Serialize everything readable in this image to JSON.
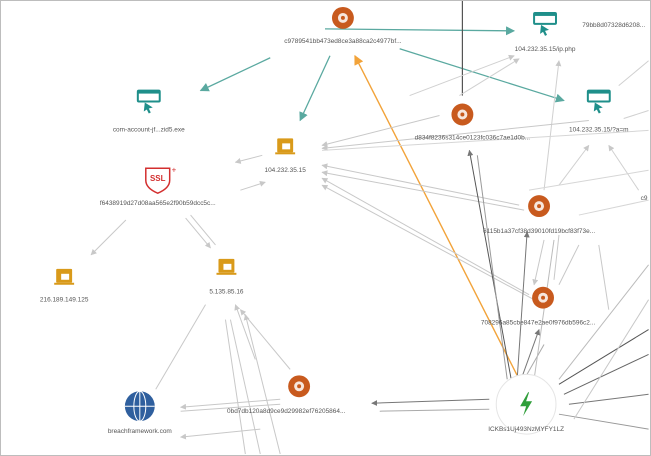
{
  "nodes": [
    {
      "id": "malware-top",
      "type": "malware",
      "label": "c9789541bb473ed8ce3a88ca2c4977bf..."
    },
    {
      "id": "url-1",
      "type": "url",
      "label": "104.232.35.15/ip.php"
    },
    {
      "id": "hash-top-right",
      "type": "text",
      "label": "79bb8d07328d6208..."
    },
    {
      "id": "url-2",
      "type": "url",
      "label": "com-account-jf...zid5.exe"
    },
    {
      "id": "url-3",
      "type": "url",
      "label": "104.232.35.15/?a=m"
    },
    {
      "id": "ip-1",
      "type": "ip",
      "label": "104.232.35.15"
    },
    {
      "id": "malware-2",
      "type": "malware",
      "label": "d834f8236s314ce0123fc036c7ae1d0b..."
    },
    {
      "id": "ssl-1",
      "type": "ssl",
      "label": "f6438919d27d08aa565e2f90b59dcc5c..."
    },
    {
      "id": "malware-3",
      "type": "malware",
      "label": "6115b1a37cf38d39010fd19bcf83f73e..."
    },
    {
      "id": "edge-right",
      "type": "text",
      "label": "c9"
    },
    {
      "id": "ip-2",
      "type": "ip",
      "label": "216.189.149.125"
    },
    {
      "id": "ip-3",
      "type": "ip",
      "label": "5.135.85.16"
    },
    {
      "id": "malware-4",
      "type": "malware",
      "label": "708296a85cbe847e2ae0f976db596c2..."
    },
    {
      "id": "domain-1",
      "type": "domain",
      "label": "breachframework.com"
    },
    {
      "id": "malware-5",
      "type": "malware",
      "label": "0bd7db120a8d9ce9d29982ef76205864..."
    },
    {
      "id": "threat-actor",
      "type": "actor",
      "label": "ICKBs1Uj493NzMYFY1LZ"
    }
  ],
  "colors": {
    "malware": "#c85a1e",
    "url": "#1f8f8a",
    "ip": "#d99a1a",
    "ssl": "#d32f2f",
    "domain": "#2f5f9e",
    "actor": "#2f9e3a",
    "edge_teal": "#5aa9a0",
    "edge_orange": "#f2a33a",
    "edge_gray": "#c8c8c8",
    "edge_dark": "#666666"
  }
}
